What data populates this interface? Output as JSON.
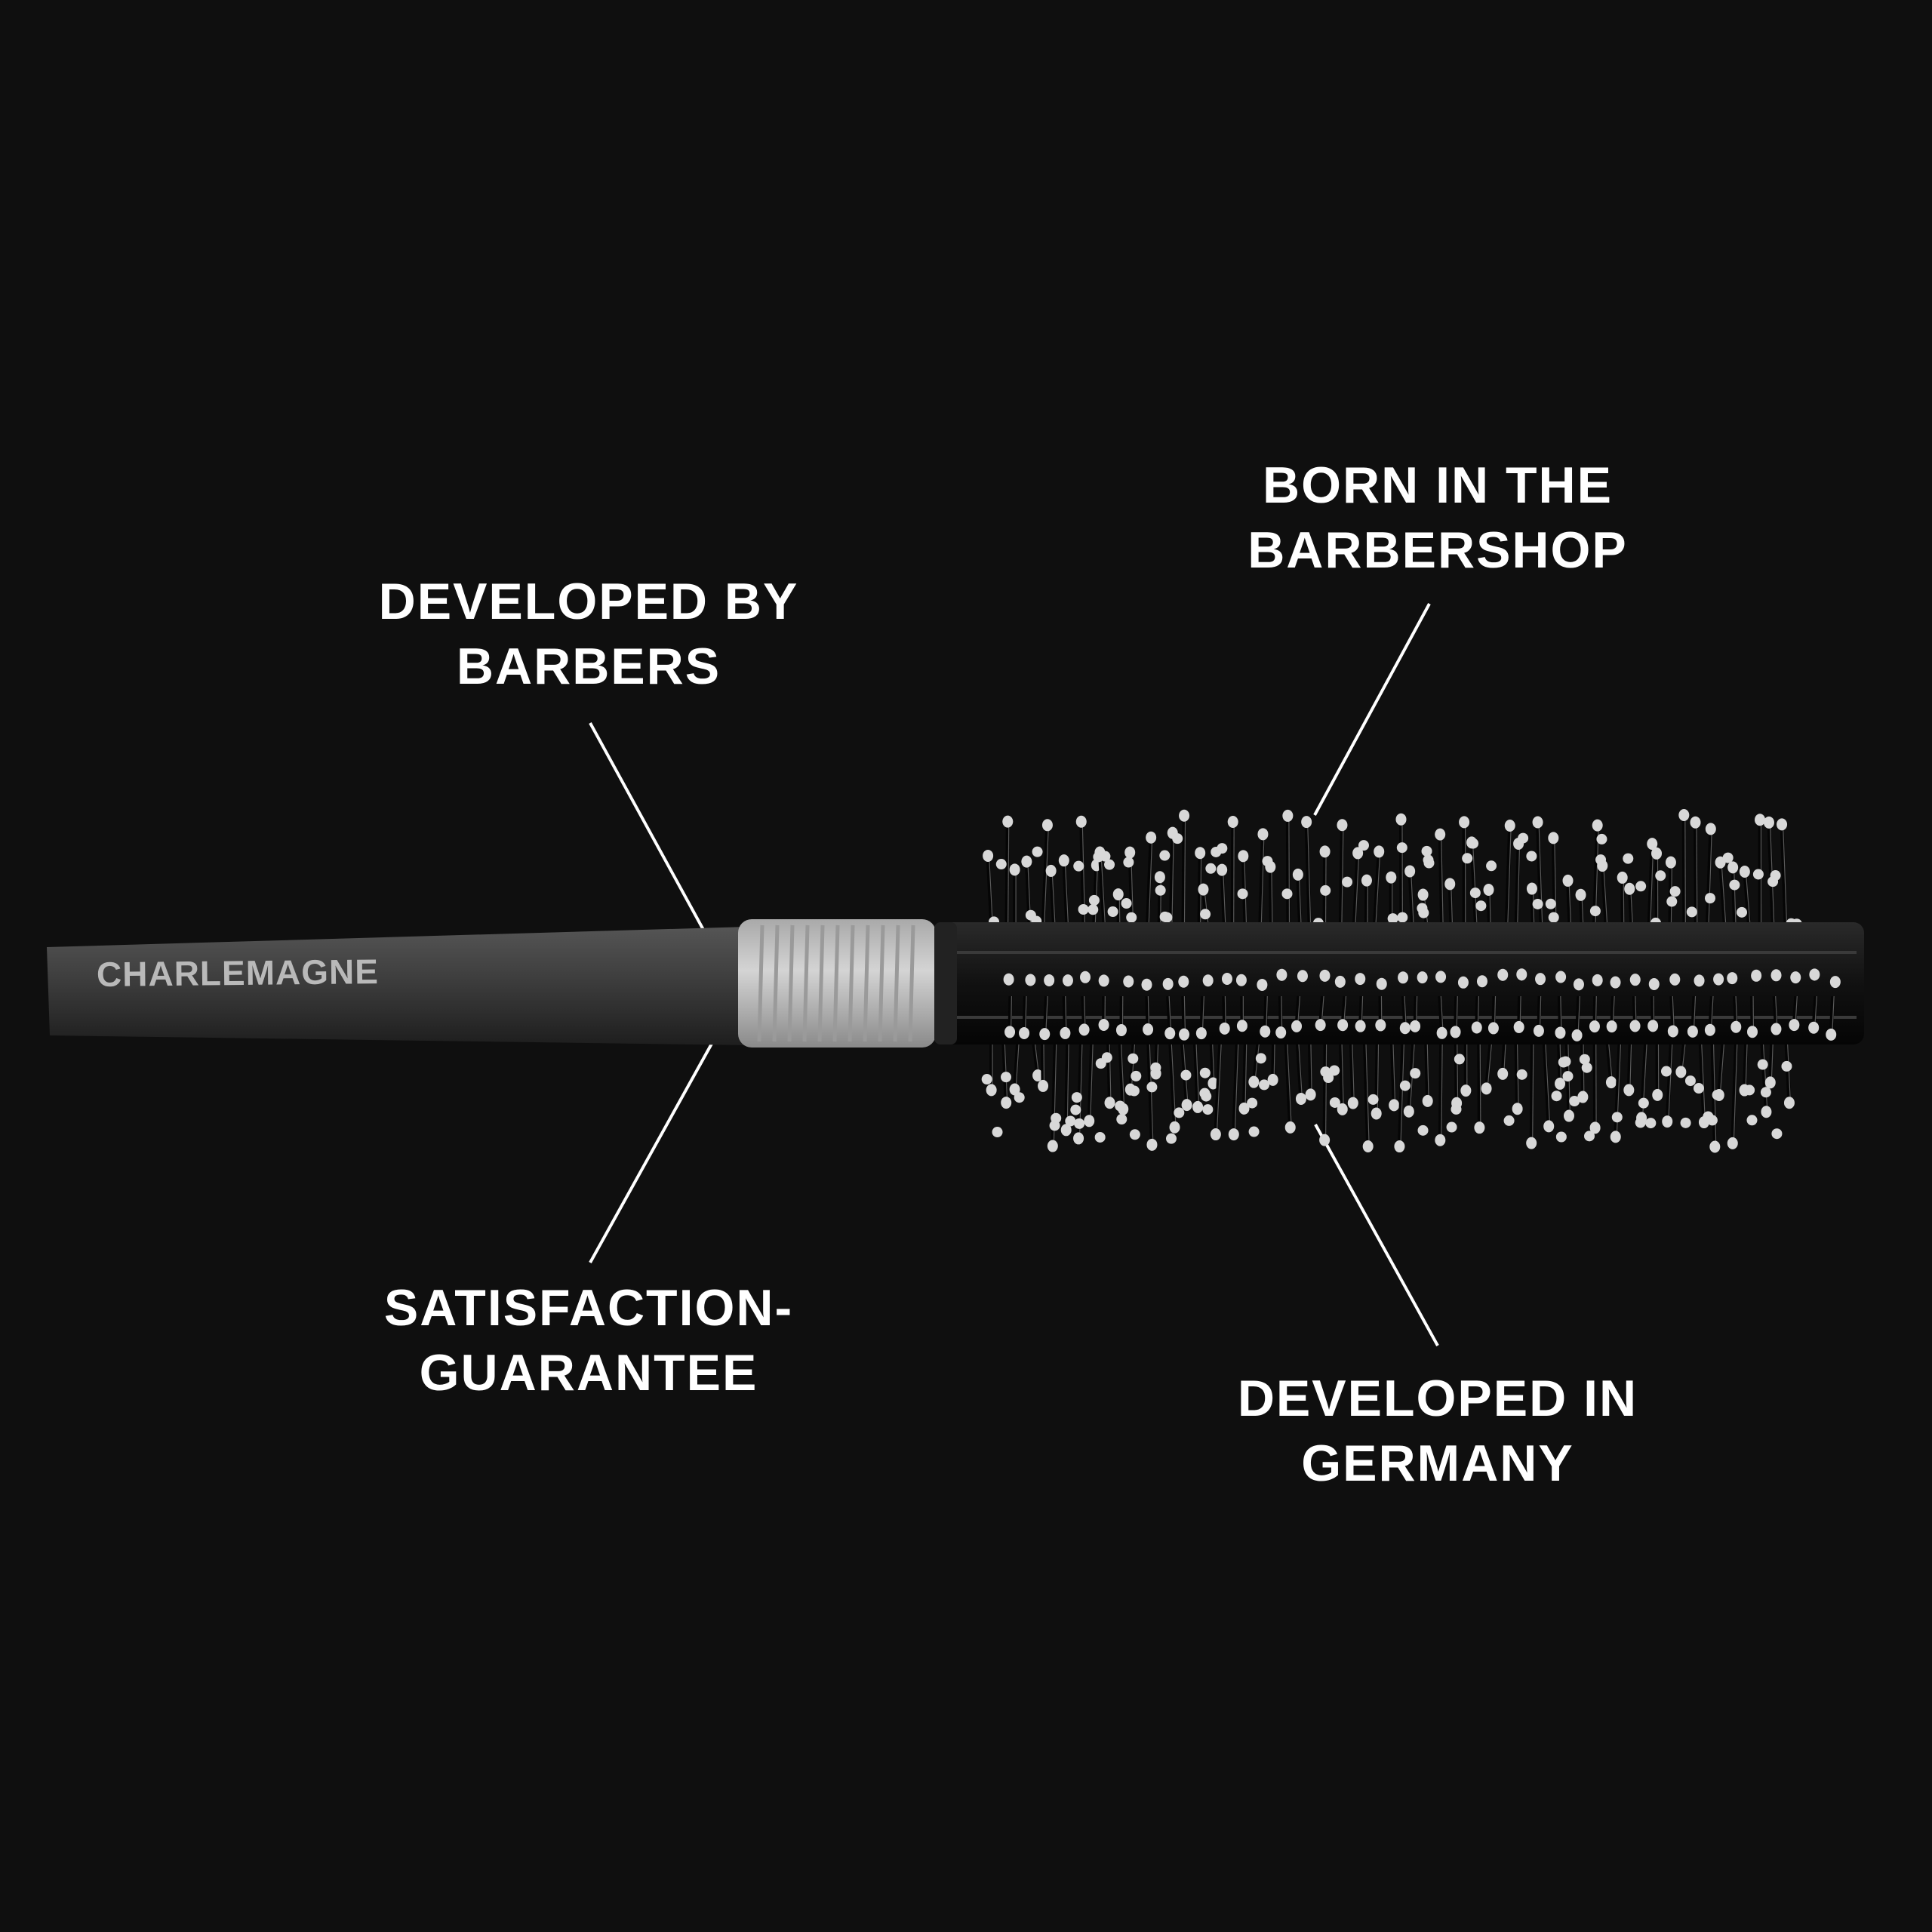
{
  "brand": {
    "name": "CHARLEMAGNE",
    "colors": {
      "background": "#0f0f0f",
      "text": "#ffffff",
      "handle": "#3d3d3d",
      "grip": "#c9c9c9",
      "barrel": "#1a1a1a",
      "bristle_tip": "#d8d8d8"
    }
  },
  "callouts": {
    "developed_by_barbers": {
      "line1": "DEVELOPED BY",
      "line2": "BARBERS"
    },
    "born_in_barbershop": {
      "line1": "BORN IN THE",
      "line2": "BARBERSHOP"
    },
    "satisfaction_guarantee": {
      "line1": "SATISFACTION-",
      "line2": "GUARANTEE"
    },
    "developed_in_germany": {
      "line1": "DEVELOPED IN",
      "line2": "GERMANY"
    }
  }
}
